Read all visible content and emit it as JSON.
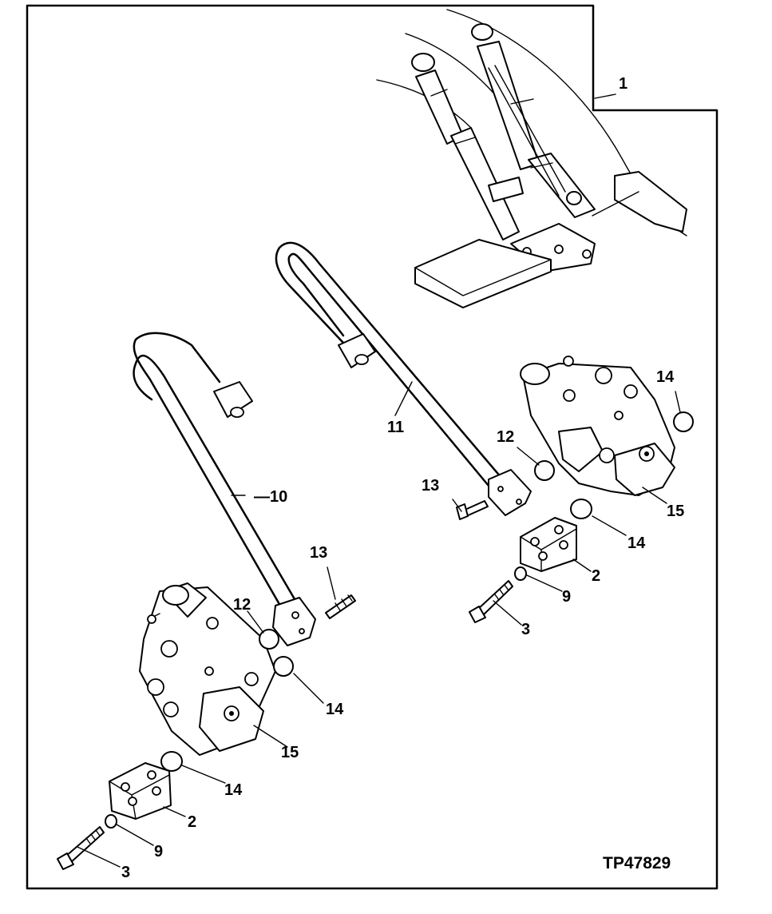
{
  "figure_id": "TP47829",
  "callouts": {
    "c1": "1",
    "c2a": "2",
    "c2b": "2",
    "c3a": "3",
    "c3b": "3",
    "c9a": "9",
    "c9b": "9",
    "c10": "—10",
    "c11": "11",
    "c12a": "12",
    "c12b": "12",
    "c13a": "13",
    "c13b": "13",
    "c14a": "14",
    "c14b": "14",
    "c14c": "14",
    "c14d": "14",
    "c15a": "15",
    "c15b": "15"
  }
}
